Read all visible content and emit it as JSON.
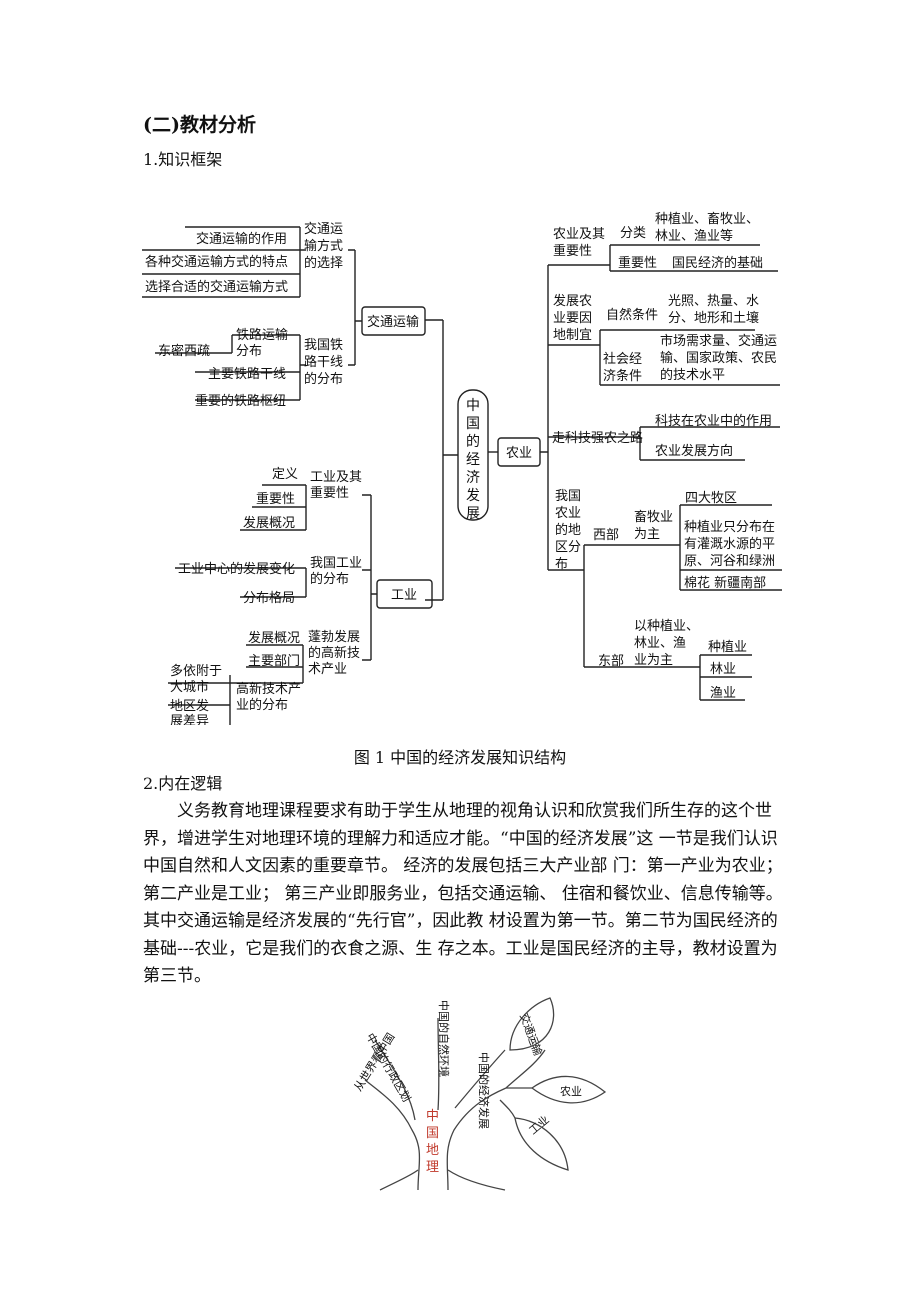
{
  "section_heading": "(二)教材分析",
  "sub1": "1.知识框架",
  "caption": "图 1 中国的经济发展知识结构",
  "sub2": "2.内在逻辑",
  "paragraph": "义务教育地理课程要求有助于学生从地理的视角认识和欣赏我们所生存的这个世界，增进学生对地理环境的理解力和适应才能。“中国的经济发展”这 一节是我们认识中国自然和人文因素的重要章节。 经济的发展包括三大产业部 门：第一产业为农业； 第二产业是工业； 第三产业即服务业，包括交通运输、 住宿和餐饮业、信息传输等。其中交通运输是经济发展的“先行官”，因此教 材设置为第一节。第二节为国民经济的基础---农业，它是我们的衣食之源、生 存之本。工业是国民经济的主导，教材设置为第三节。",
  "mindmap": {
    "center": [
      "中",
      "国",
      "的",
      "经",
      "济",
      "发",
      "展"
    ],
    "transport": {
      "label": "交通运输",
      "g1": [
        "交通运",
        "输方式",
        "的选择"
      ],
      "g1_items": [
        "交通运输的作用",
        "各种交通运输方式的特点",
        "选择合适的交通运输方式"
      ],
      "g2": [
        "我国铁",
        "路干线",
        "的分布"
      ],
      "g2_sub": [
        "铁路运输",
        "分布"
      ],
      "g2_sub_item": "东密西疏",
      "g2_items": [
        "主要铁路干线",
        "重要的铁路枢纽"
      ]
    },
    "industry": {
      "label": "工业",
      "g1": [
        "工业及其",
        "重要性"
      ],
      "g1_items": [
        "定义",
        "重要性",
        "发展概况"
      ],
      "g2": [
        "我国工业",
        "的分布"
      ],
      "g2_items": [
        "工业中心的发展变化",
        "分布格局"
      ],
      "g3": [
        "蓬勃发展",
        "的高新技",
        "术产业"
      ],
      "g3_items": [
        "发展概况",
        "主要部门"
      ],
      "g3_sub": [
        "高新技术产",
        "业的分布"
      ],
      "g3_sub_items": [
        [
          "多依附于",
          "大城市"
        ],
        [
          "地区发",
          "展差异"
        ]
      ]
    },
    "agriculture": {
      "label": "农业",
      "g1": [
        "农业及其",
        "重要性"
      ],
      "g1_k1": "分类",
      "g1_v1": [
        "种植业、畜牧业、",
        "林业、渔业等"
      ],
      "g1_k2": "重要性",
      "g1_v2": "国民经济的基础",
      "g2": [
        "发展农",
        "业要因",
        "地制宜"
      ],
      "g2_k1": "自然条件",
      "g2_v1": [
        "光照、热量、水",
        "分、地形和土壤"
      ],
      "g2_k2": [
        "社会经",
        "济条件"
      ],
      "g2_v2": [
        "市场需求量、交通运",
        "输、国家政策、农民",
        "的技术水平"
      ],
      "g3": "走科技强农之路",
      "g3_items": [
        "科技在农业中的作用",
        "农业发展方向"
      ],
      "g4": [
        "我国",
        "农业",
        "的地",
        "区分",
        "布"
      ],
      "west": "西部",
      "west_sub": [
        "畜牧业",
        "为主"
      ],
      "west_items": [
        "四大牧区",
        "种植业只分布在",
        "有灌溉水源的平",
        "原、河谷和绿洲",
        "棉花  新疆南部"
      ],
      "east": "东部",
      "east_sub": [
        "以种植业、",
        "林业、渔",
        "业为主"
      ],
      "east_items": [
        "种植业",
        "林业",
        "渔业"
      ]
    }
  },
  "tree": {
    "trunk": [
      "中",
      "国",
      "地",
      "理"
    ],
    "branches": [
      "中国的自然环境",
      "中国的行政区划",
      "从世界看中国",
      "中国的经济发展"
    ],
    "leaves": [
      "交通运输",
      "农业",
      "工业"
    ],
    "colors": {
      "trunk_text": "#c0392b",
      "leaf_text": "#2e6fb0",
      "line": "#444444"
    }
  }
}
